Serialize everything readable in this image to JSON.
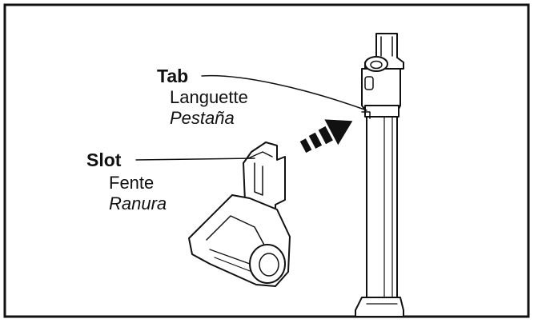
{
  "labels": {
    "tab": {
      "en": "Tab",
      "fr": "Languette",
      "es": "Pestaña"
    },
    "slot": {
      "en": "Slot",
      "fr": "Fente",
      "es": "Ranura"
    }
  },
  "colors": {
    "ink": "#111111",
    "background": "#ffffff"
  },
  "icons": {
    "arrow": "insert-direction-arrow-icon"
  }
}
